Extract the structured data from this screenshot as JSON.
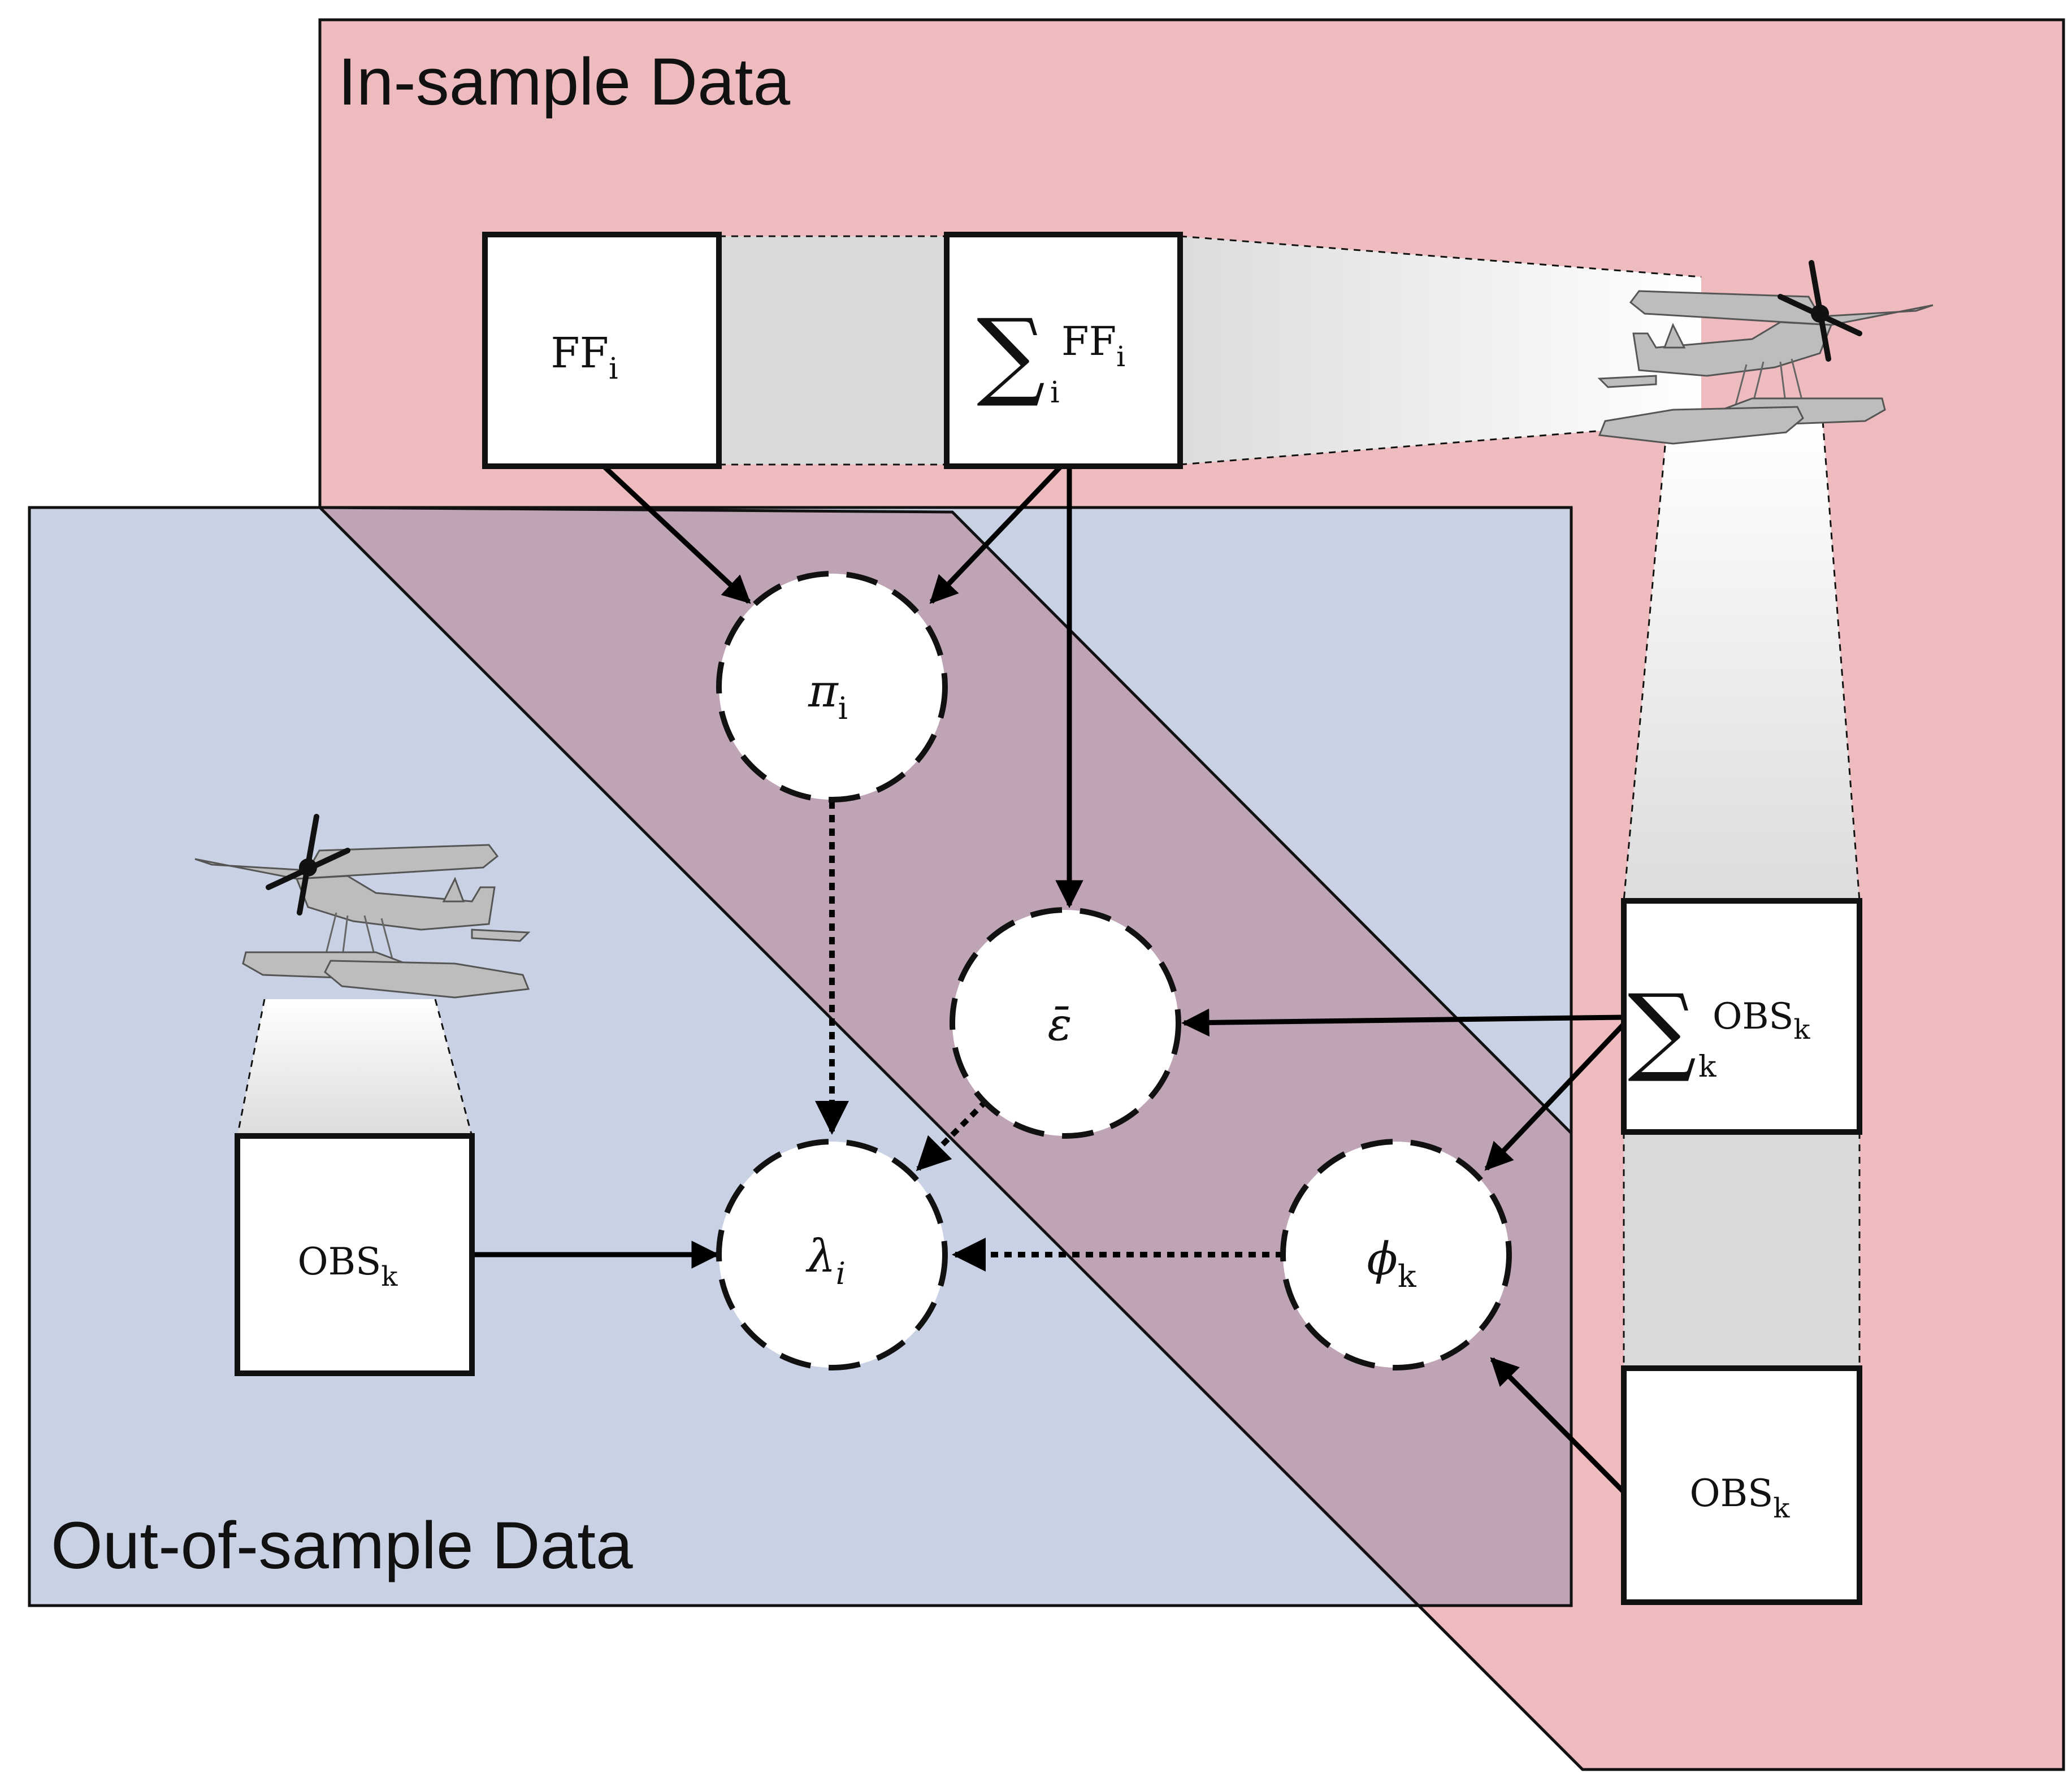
{
  "regions": {
    "in_sample": {
      "label": "In-sample Data",
      "color": "#eebcbe"
    },
    "out_of_sample": {
      "label": "Out-of-sample Data",
      "color": "#c9d2e4"
    },
    "overlap_color": "#bfa4b6"
  },
  "data_nodes": {
    "ff": {
      "base": "FF",
      "sub": "i"
    },
    "sum_ff": {
      "sum": "∑",
      "sum_sub": "i",
      "base": "FF",
      "sub": "i"
    },
    "sum_obs": {
      "sum": "∑",
      "sum_sub": "k",
      "base": "OBS",
      "sub": "k"
    },
    "obs_right": {
      "base": "OBS",
      "sub": "k"
    },
    "obs_left": {
      "base": "OBS",
      "sub": "k"
    }
  },
  "latent_nodes": {
    "pi": {
      "symbol": "π",
      "sub": "i"
    },
    "eps": {
      "symbol": "ε̄"
    },
    "lambda": {
      "symbol": "λ",
      "sub": "i"
    },
    "phi": {
      "symbol": "ϕ",
      "sub": "k"
    }
  },
  "icons": {
    "aircraft": "seaplane-icon"
  }
}
